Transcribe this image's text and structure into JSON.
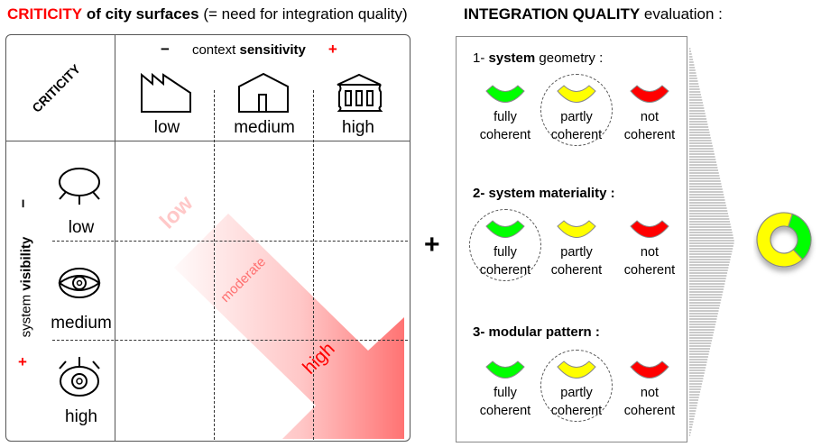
{
  "left_title": {
    "highlight": "CRITICITY",
    "bold": "of city surfaces",
    "rest": "(= need for integration quality)"
  },
  "right_title": {
    "bold": "INTEGRATION  QUALITY",
    "rest": "evaluation :"
  },
  "matrix": {
    "corner_label": "CRITICITY",
    "context_axis": {
      "minus": "−",
      "prefix": "context",
      "bold": "sensitivity",
      "plus": "+"
    },
    "columns": [
      {
        "label": "low",
        "icon": "factory-icon"
      },
      {
        "label": "medium",
        "icon": "house-icon"
      },
      {
        "label": "high",
        "icon": "temple-icon"
      }
    ],
    "visibility_axis": {
      "minus": "−",
      "prefix": "system",
      "bold": "visibility",
      "plus": "+"
    },
    "rows": [
      {
        "label": "low",
        "icon": "closed-eye-icon"
      },
      {
        "label": "medium",
        "icon": "eye-icon"
      },
      {
        "label": "high",
        "icon": "open-eye-icon"
      }
    ],
    "arrow_labels": {
      "low": "low",
      "moderate": "moderate",
      "high": "high"
    }
  },
  "combine_symbol": "+",
  "evaluation": {
    "sections": [
      {
        "number": "1-",
        "bold": "system",
        "rest": "geometry :",
        "selected": 1,
        "options": [
          {
            "line1": "fully",
            "line2": "coherent",
            "color": "#00ff00"
          },
          {
            "line1": "partly",
            "line2": "coherent",
            "color": "#ffff00"
          },
          {
            "line1": "not",
            "line2": "coherent",
            "color": "#ff0000"
          }
        ]
      },
      {
        "number": "2-",
        "bold": "system  materiality :",
        "rest": "",
        "selected": 0,
        "options": [
          {
            "line1": "fully",
            "line2": "coherent",
            "color": "#00ff00"
          },
          {
            "line1": "partly",
            "line2": "coherent",
            "color": "#ffff00"
          },
          {
            "line1": "not",
            "line2": "coherent",
            "color": "#ff0000"
          }
        ]
      },
      {
        "number": "3-",
        "bold": "modular pattern :",
        "rest": "",
        "selected": 1,
        "options": [
          {
            "line1": "fully",
            "line2": "coherent",
            "color": "#00ff00"
          },
          {
            "line1": "partly",
            "line2": "coherent",
            "color": "#ffff00"
          },
          {
            "line1": "not",
            "line2": "coherent",
            "color": "#ff0000"
          }
        ]
      }
    ]
  },
  "result_donut": {
    "segments": [
      {
        "label": "fully coherent",
        "share": 0.33,
        "color": "#00ff00"
      },
      {
        "label": "partly coherent",
        "share": 0.67,
        "color": "#ffff00"
      }
    ]
  },
  "colors": {
    "accent_red": "#ff0000",
    "green": "#00ff00",
    "yellow": "#ffff00"
  }
}
